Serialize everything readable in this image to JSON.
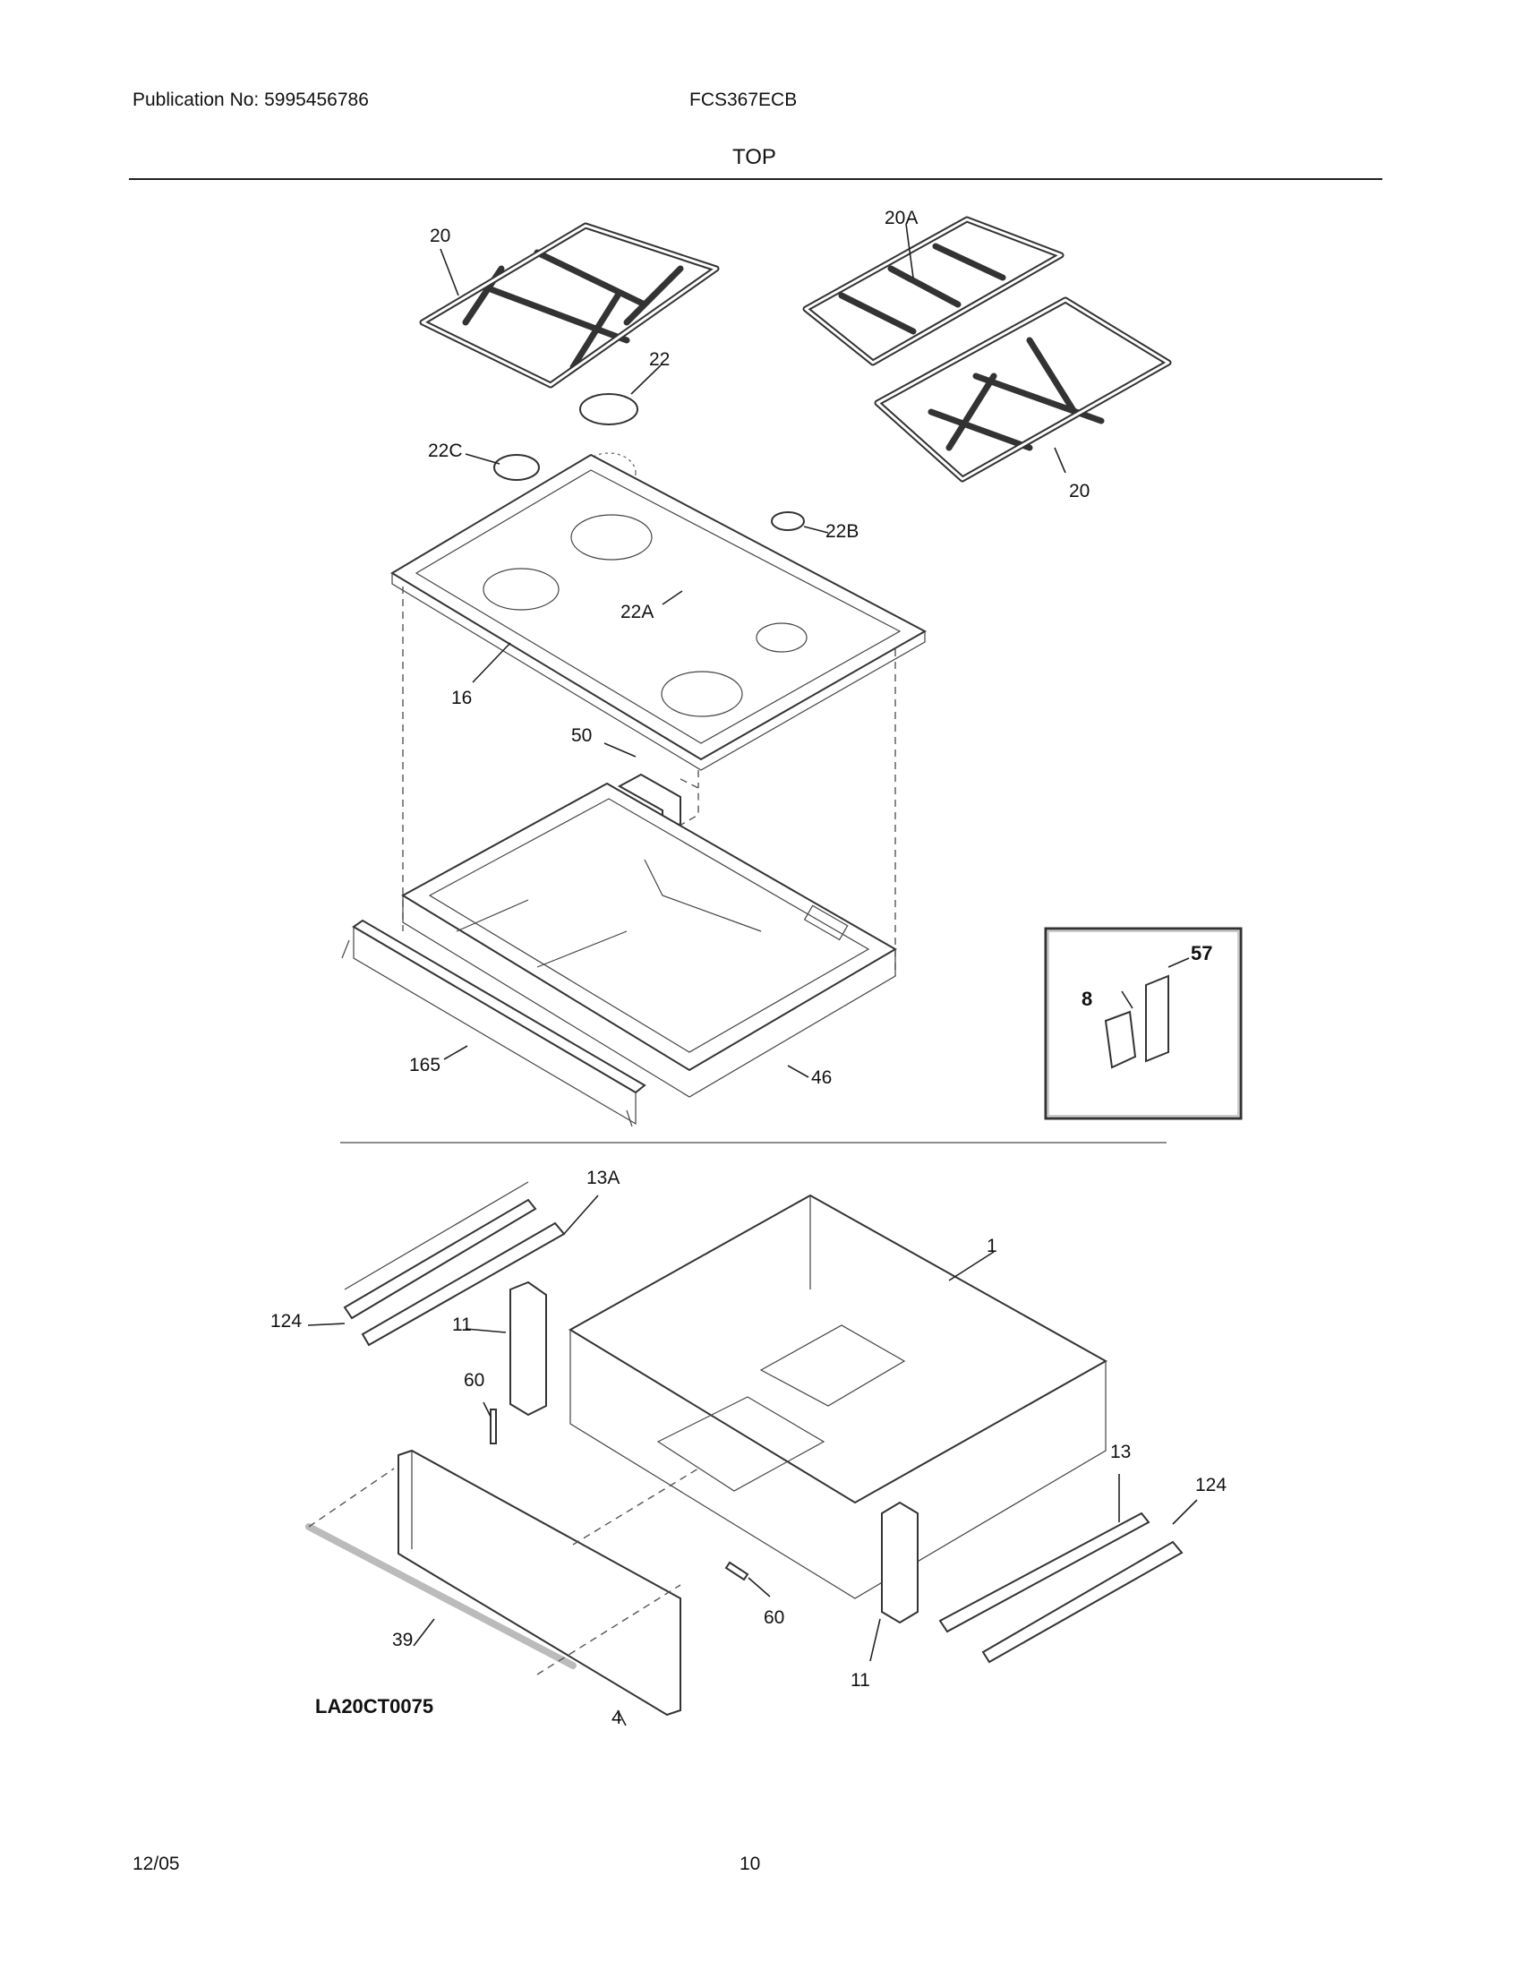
{
  "header": {
    "publication": "Publication No: 5995456786",
    "model": "FCS367ECB",
    "section_title": "TOP"
  },
  "callouts": {
    "grate_left": "20",
    "grate_center": "20A",
    "grate_right": "20",
    "cap_22": "22",
    "cap_22c": "22C",
    "cap_22b": "22B",
    "cap_22a": "22A",
    "cooktop": "16",
    "bracket": "50",
    "burner_box": "46",
    "rail": "165",
    "inset_8": "8",
    "inset_57": "57",
    "slide_13a": "13A",
    "slide_124_left": "124",
    "bracket_11_left": "11",
    "screw_60_left": "60",
    "drawer_1": "1",
    "slide_13": "13",
    "slide_124_right": "124",
    "screw_60_right": "60",
    "bracket_11_right": "11",
    "handle_39": "39",
    "panel_4": "4"
  },
  "drawing_code": "LA20CT0075",
  "footer": {
    "date": "12/05",
    "page": "10"
  }
}
